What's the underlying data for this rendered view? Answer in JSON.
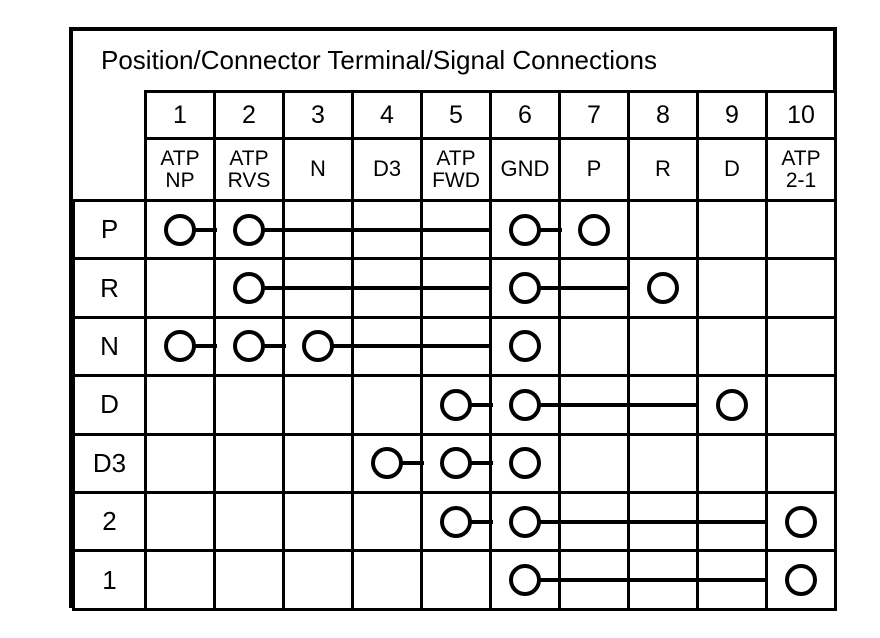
{
  "diagram": {
    "title": "Position/Connector Terminal/Signal Connections",
    "colors": {
      "line": "#000000",
      "background": "#ffffff"
    },
    "row_label_header": "",
    "terminal_numbers": [
      "1",
      "2",
      "3",
      "4",
      "5",
      "6",
      "7",
      "8",
      "9",
      "10"
    ],
    "signal_names": [
      "ATP\nNP",
      "ATP\nRVS",
      "N",
      "D3",
      "ATP\nFWD",
      "GND",
      "P",
      "R",
      "D",
      "ATP\n2-1"
    ],
    "rows": [
      {
        "label": "P",
        "nodes": [
          1,
          2,
          6,
          7
        ],
        "link_spans": [
          [
            1,
            7
          ]
        ]
      },
      {
        "label": "R",
        "nodes": [
          2,
          6,
          8
        ],
        "link_spans": [
          [
            2,
            8
          ]
        ]
      },
      {
        "label": "N",
        "nodes": [
          1,
          2,
          3,
          6
        ],
        "link_spans": [
          [
            1,
            6
          ]
        ]
      },
      {
        "label": "D",
        "nodes": [
          5,
          6,
          9
        ],
        "link_spans": [
          [
            5,
            9
          ]
        ]
      },
      {
        "label": "D3",
        "nodes": [
          4,
          5,
          6
        ],
        "link_spans": [
          [
            4,
            6
          ]
        ]
      },
      {
        "label": "2",
        "nodes": [
          5,
          6,
          10
        ],
        "link_spans": [
          [
            5,
            10
          ]
        ]
      },
      {
        "label": "1",
        "nodes": [
          6,
          10
        ],
        "link_spans": [
          [
            6,
            10
          ]
        ]
      }
    ]
  }
}
